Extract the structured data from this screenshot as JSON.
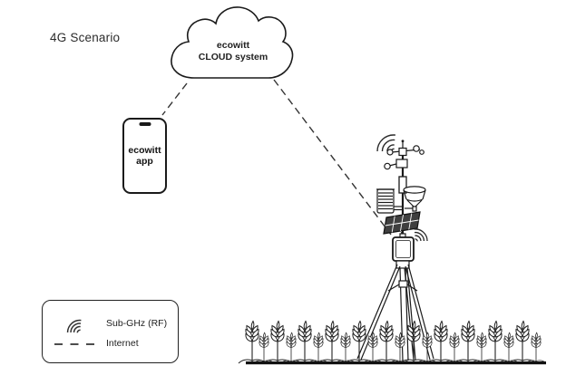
{
  "title": "4G Scenario",
  "cloud": {
    "label_line1": "ecowitt",
    "label_line2": "CLOUD system"
  },
  "phone": {
    "label_line1": "ecowitt",
    "label_line2": "app"
  },
  "legend": {
    "items": [
      {
        "icon": "rf-signal-icon",
        "label": "Sub-GHz (RF)"
      },
      {
        "icon": "dashed-line-icon",
        "label": "Internet"
      }
    ]
  },
  "connections": [
    {
      "from": "cloud",
      "to": "phone",
      "style": "dashed",
      "meaning": "Internet"
    },
    {
      "from": "cloud",
      "to": "weather-station",
      "style": "dashed",
      "meaning": "Internet"
    }
  ],
  "illustrations": [
    "ecowitt-cloud",
    "smartphone",
    "weather-station-on-tripod",
    "solar-panel",
    "rain-gauge",
    "radiation-shield",
    "wheat-field"
  ],
  "colors": {
    "background": "#ffffff",
    "ink": "#1a1a1a",
    "text": "#222222",
    "solar_panel_fill": "#3f3f3f"
  }
}
